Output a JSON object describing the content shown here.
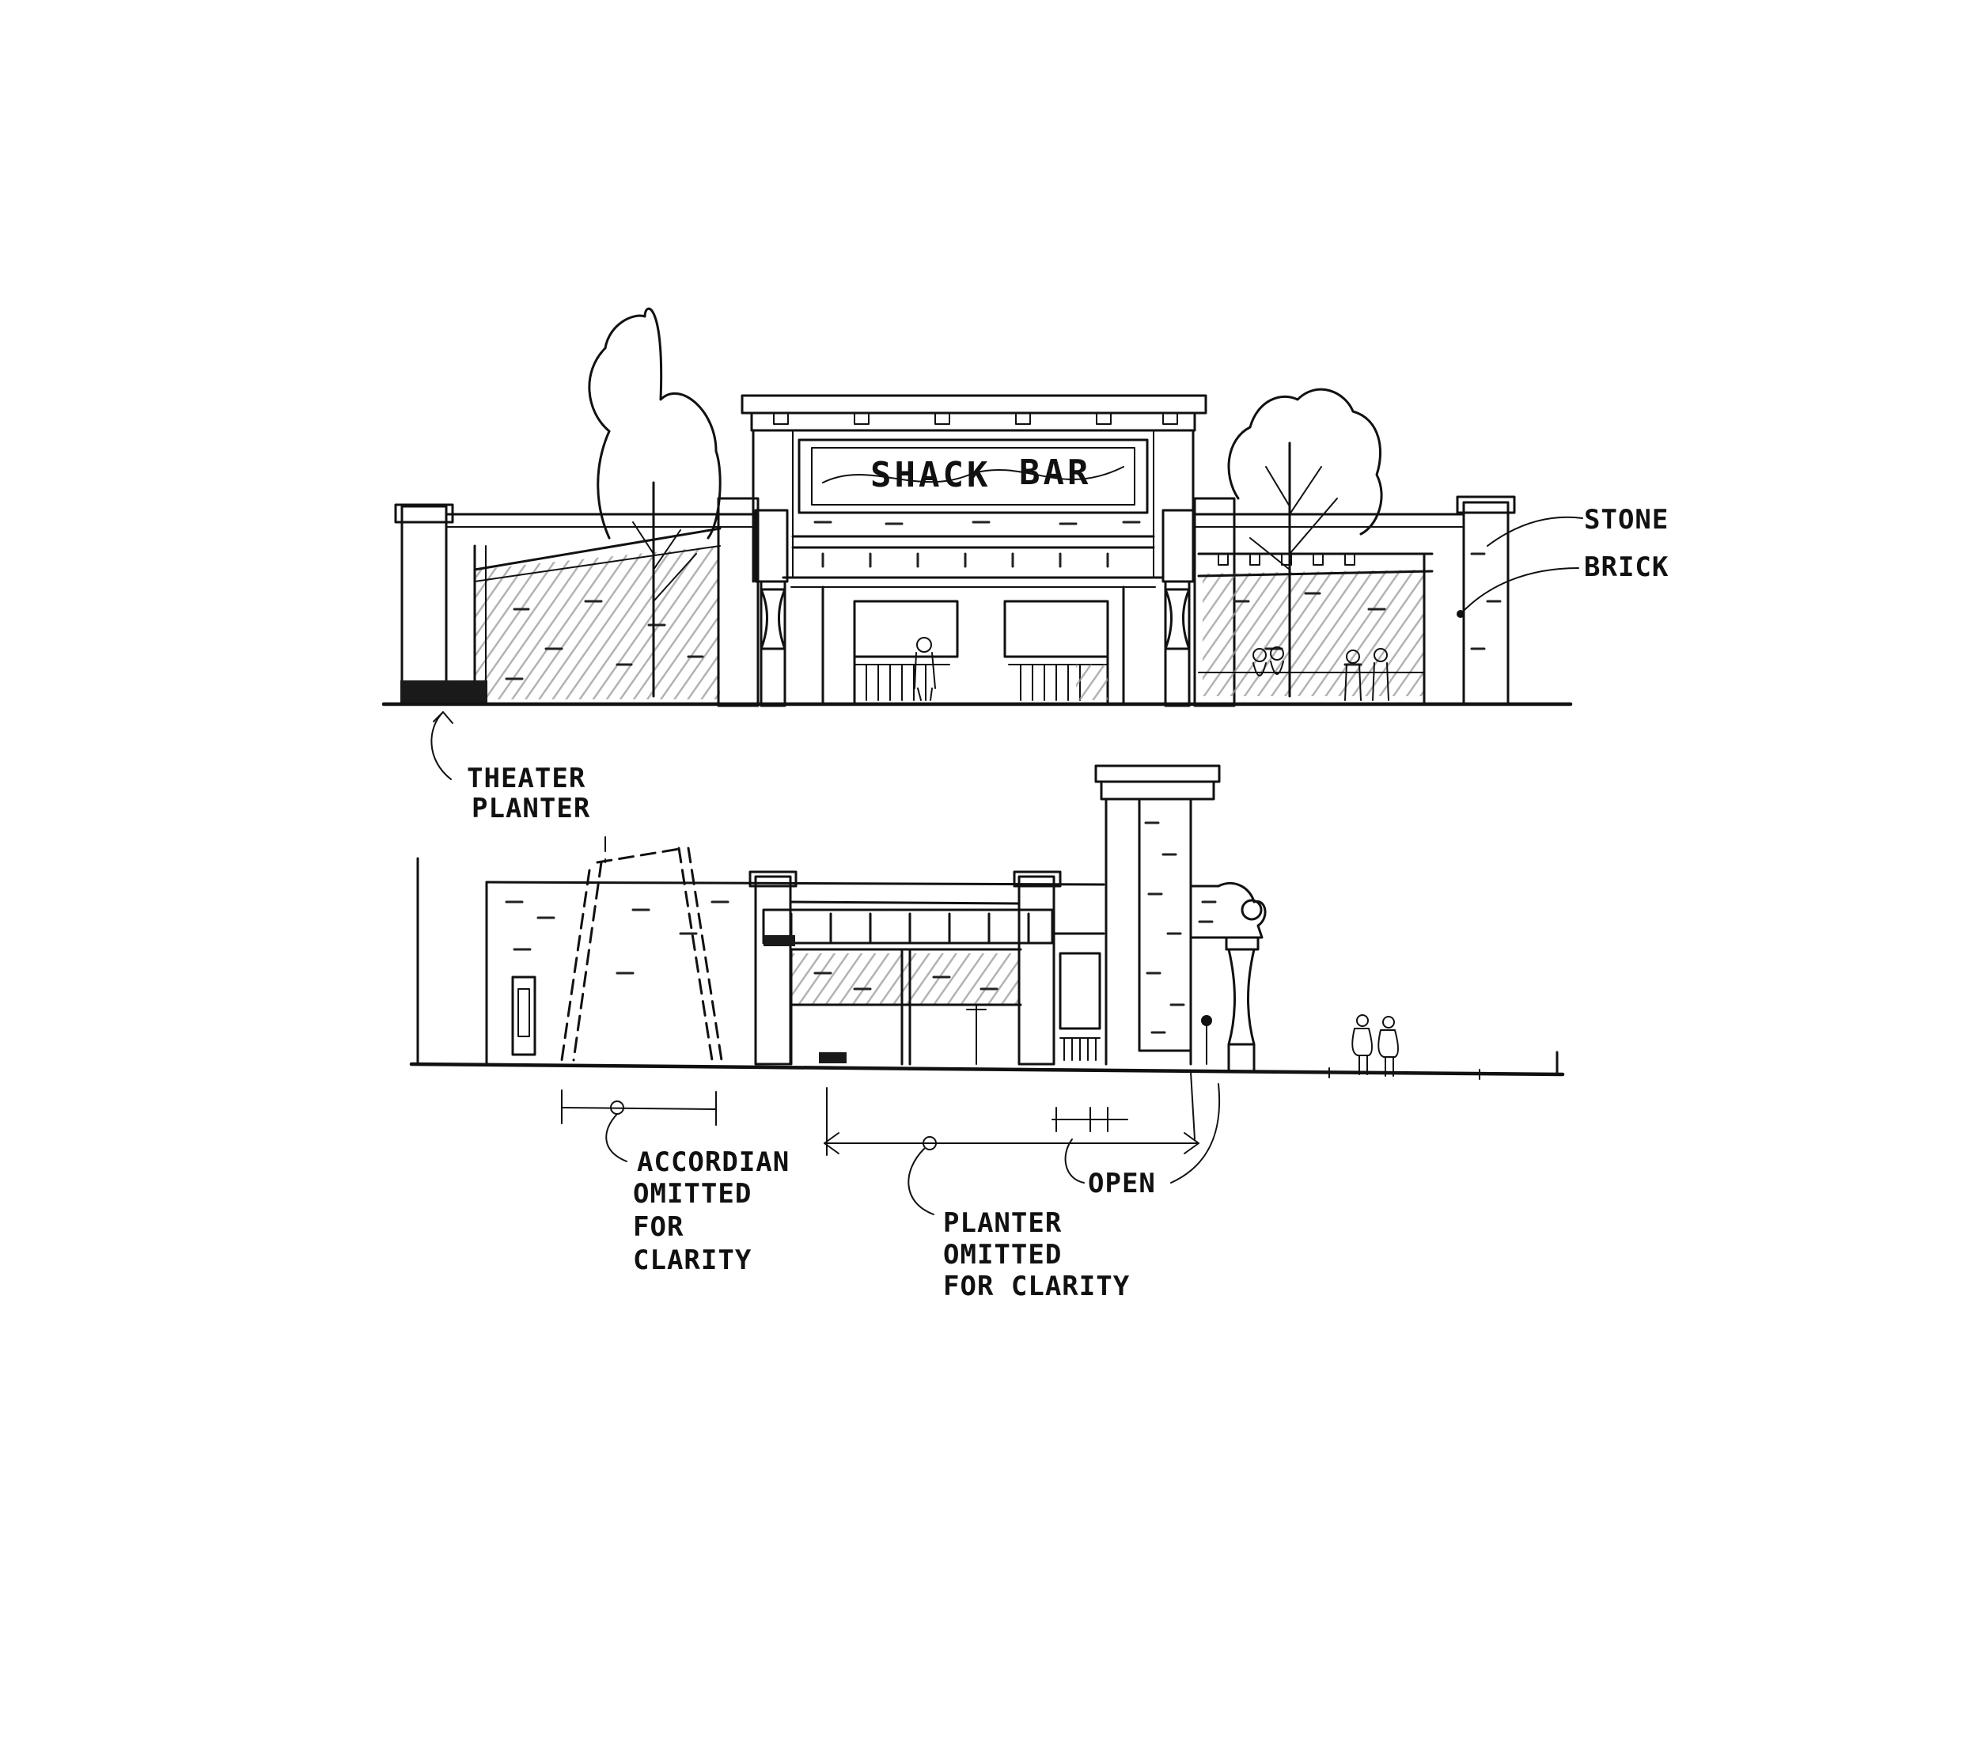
{
  "upper_elevation": {
    "sign": {
      "word1": "SHACK",
      "word2": "BAR"
    },
    "callouts": {
      "stone": "STONE",
      "brick": "BRICK",
      "theater_planter_line1": "THEATER",
      "theater_planter_line2": "PLANTER"
    }
  },
  "lower_elevation": {
    "callouts": {
      "accordion_line1": "ACCORDIAN",
      "accordion_line2": "OMITTED",
      "accordion_line3": "FOR",
      "accordion_line4": "CLARITY",
      "open": "OPEN",
      "planter_line1": "PLANTER",
      "planter_line2": "OMITTED",
      "planter_line3": "FOR CLARITY"
    }
  }
}
